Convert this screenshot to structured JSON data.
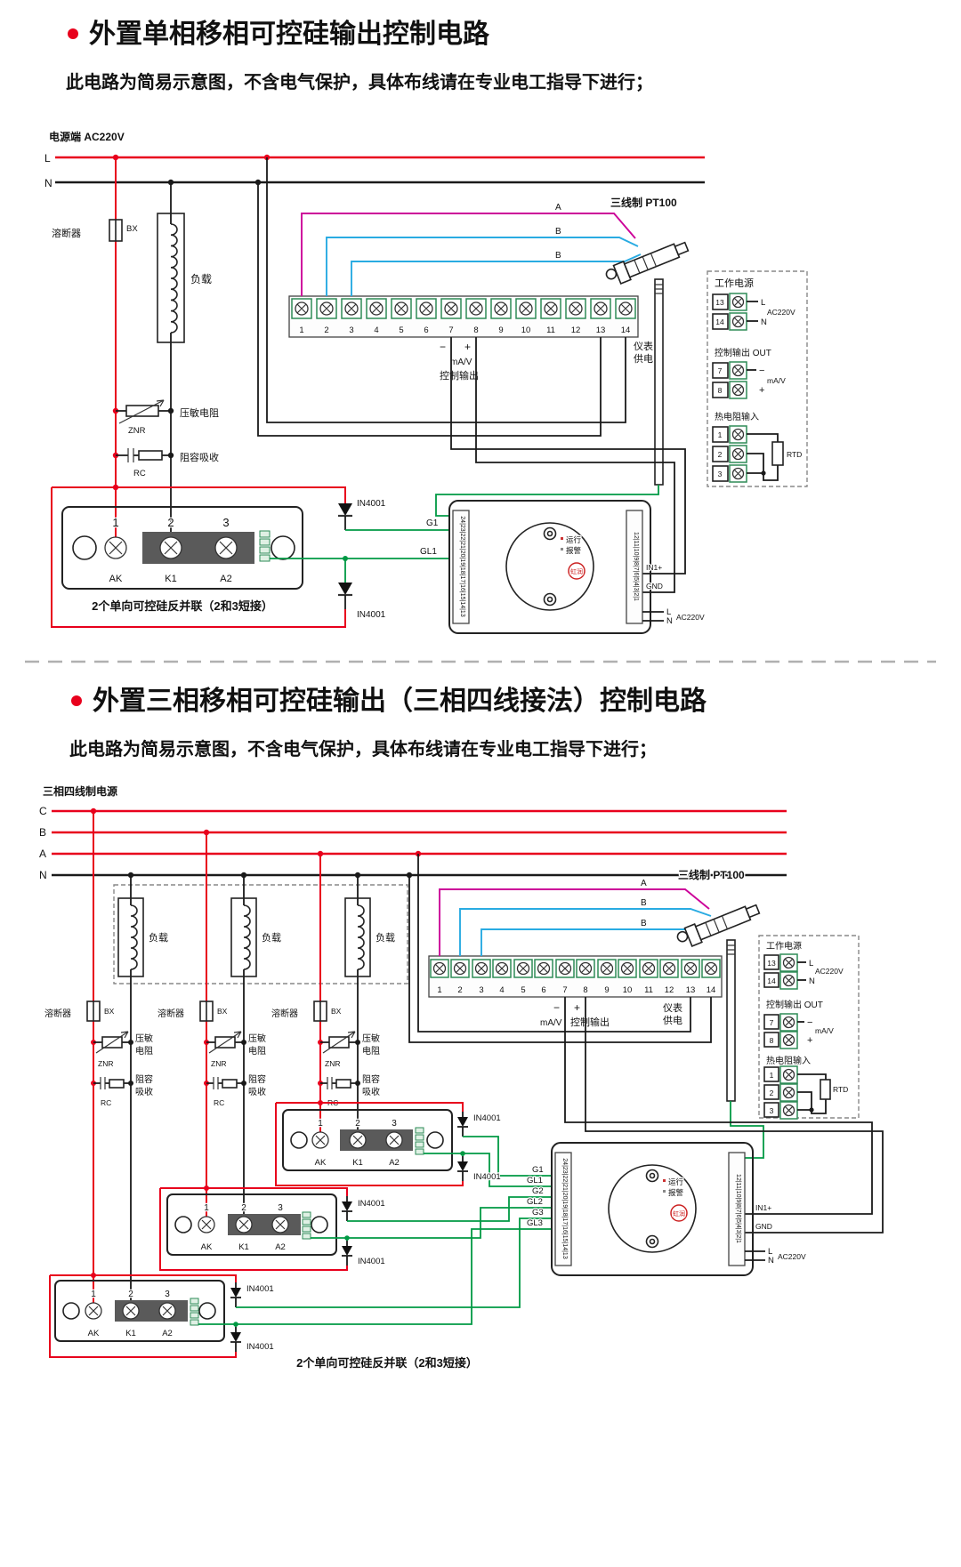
{
  "colors": {
    "accent_red": "#e8001c",
    "wire_green": "#009944",
    "wire_blue": "#29abe2",
    "wire_magenta": "#cc0099",
    "brand_red": "#cc2222"
  },
  "s1": {
    "title": "外置单相移相可控硅输出控制电路",
    "subtitle": "此电路为简易示意图，不含电气保护，具体布线请在专业电工指导下进行；",
    "power_label": "电源端 AC220V",
    "line_l": "L",
    "line_n": "N",
    "fuse_label": "溶断器",
    "fuse_bx": "BX",
    "load_label": "负载",
    "znr_label": "压敏电阻",
    "znr": "ZNR",
    "rc_label": "阻容吸收",
    "rc": "RC",
    "diode": "IN4001",
    "g1": "G1",
    "gl1": "GL1",
    "scr_n1": "1",
    "scr_n2": "2",
    "scr_n3": "3",
    "scr_ak": "AK",
    "scr_k1": "K1",
    "scr_a2": "A2",
    "scr_caption": "2个单向可控硅反并联（2和3短接）",
    "minus": "−",
    "plus": "+",
    "mav": "mA/V",
    "ctrl_out": "控制输出",
    "meter_a": "仪表",
    "meter_b": "供电",
    "pt100": "三线制 PT100",
    "wire_a": "A",
    "wire_b": "B"
  },
  "strip": [
    "1",
    "2",
    "3",
    "4",
    "5",
    "6",
    "7",
    "8",
    "9",
    "10",
    "11",
    "12",
    "13",
    "14"
  ],
  "panel": {
    "work": "工作电源",
    "n13": "13",
    "n14": "14",
    "l": "L",
    "n": "N",
    "ac": "AC220V",
    "out": "控制输出 OUT",
    "n7": "7",
    "n8": "8",
    "minus": "−",
    "plus": "+",
    "mav": "mA/V",
    "rtd_in": "热电阻输入",
    "n1": "1",
    "n2": "2",
    "n3": "3",
    "rtd": "RTD"
  },
  "ctrl": {
    "left_nums": "24|23|22|21|20|19|18|17|16|15|14|13",
    "right_nums": "12|11|10|9|8|7|6|5|4|3|2|1",
    "run": "运行",
    "alarm": "报警",
    "brand": "虹润",
    "in1": "IN1+",
    "gnd": "GND",
    "l": "L",
    "n": "N",
    "ac": "AC220V"
  },
  "s2": {
    "title": "外置三相移相可控硅输出（三相四线接法）控制电路",
    "subtitle": "此电路为简易示意图，不含电气保护，具体布线请在专业电工指导下进行；",
    "power_label": "三相四线制电源",
    "line_c": "C",
    "line_b": "B",
    "line_a": "A",
    "line_n": "N",
    "fuse_label": "溶断器",
    "fuse_bx": "BX",
    "load_label": "负载",
    "znr_a": "压敏",
    "znr_b": "电阻",
    "znr": "ZNR",
    "rc_a": "阻容",
    "rc_b": "吸收",
    "rc": "RC",
    "diode": "IN4001",
    "g1": "G1",
    "gl1": "GL1",
    "g2": "G2",
    "gl2": "GL2",
    "g3": "G3",
    "gl3": "GL3",
    "scr_n1": "1",
    "scr_n2": "2",
    "scr_n3": "3",
    "scr_ak": "AK",
    "scr_k1": "K1",
    "scr_a2": "A2",
    "scr_caption": "2个单向可控硅反并联（2和3短接）",
    "minus": "−",
    "plus": "+",
    "mav": "mA/V",
    "ctrl_out": "控制输出",
    "meter_a": "仪表",
    "meter_b": "供电",
    "pt100": "三线制 PT100",
    "wire_a": "A",
    "wire_b": "B"
  }
}
